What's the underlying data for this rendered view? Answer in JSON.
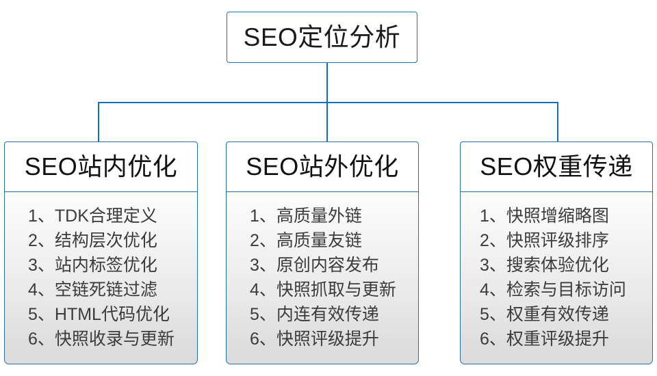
{
  "diagram": {
    "root": {
      "label": "SEO定位分析"
    },
    "accent_color": "#1070bd",
    "border_color": "#1f6fb5",
    "columns": [
      {
        "id": "seo-onsite",
        "header": "SEO站内优化",
        "items": [
          "1、TDK合理定义",
          "2、结构层次优化",
          "3、站内标签优化",
          "4、空链死链过滤",
          "5、HTML代码优化",
          "6、快照收录与更新"
        ]
      },
      {
        "id": "seo-offsite",
        "header": "SEO站外优化",
        "items": [
          "1、高质量外链",
          "2、高质量友链",
          "3、原创内容发布",
          "4、快照抓取与更新",
          "5、内连有效传递",
          "6、快照评级提升"
        ]
      },
      {
        "id": "seo-weight",
        "header": "SEO权重传递",
        "items": [
          "1、快照增缩略图",
          "2、快照评级排序",
          "3、搜索体验优化",
          "4、检索与目标访问",
          "5、权重有效传递",
          "6、权重评级提升"
        ]
      }
    ]
  }
}
